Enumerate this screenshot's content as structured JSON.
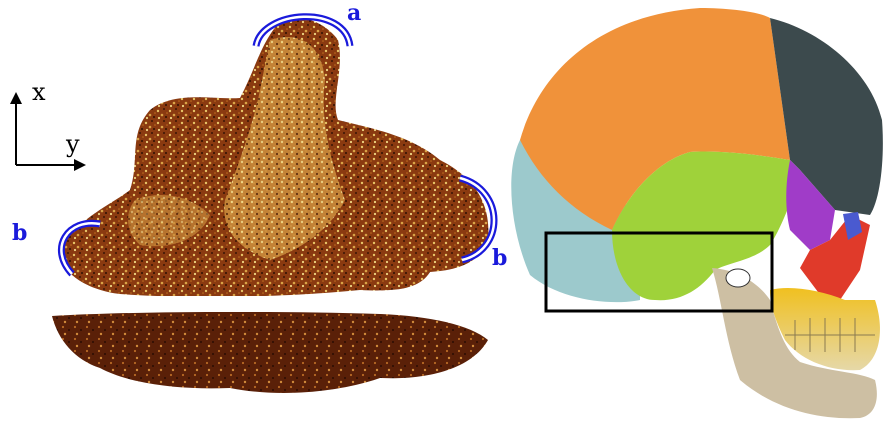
{
  "axes": {
    "x_label": "x",
    "y_label": "y"
  },
  "markers": [
    {
      "id": "a",
      "label": "a"
    },
    {
      "id": "b-left",
      "label": "b"
    },
    {
      "id": "b-right",
      "label": "b"
    }
  ],
  "colors": {
    "marker": "#1a1adb",
    "bone_dark": "#6b2a0a",
    "bone_mid": "#b5651d",
    "bone_light": "#e8c36a",
    "frontal": "#f0923a",
    "parietal": "#3c4a4d",
    "temporal": "#9fd23a",
    "occipital": "#9cc9cc",
    "sphenoid": "#a03cc8",
    "zygomatic": "#e03a2a",
    "maxilla": "#f0c020",
    "mandible": "#cdbfa3",
    "roi_box": "#000000"
  }
}
